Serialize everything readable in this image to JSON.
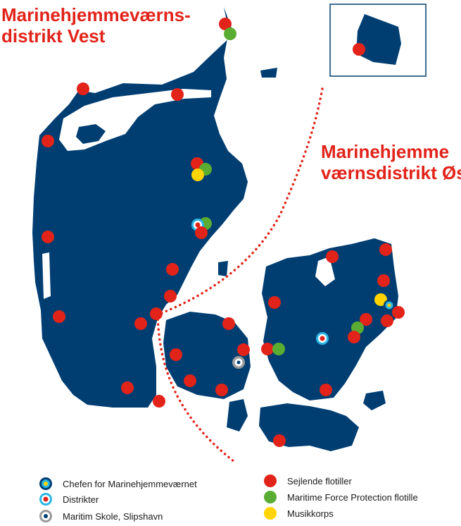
{
  "regions": {
    "west": {
      "line1": "Marinehjemmeværns-",
      "line2": "distrikt Vest"
    },
    "east": {
      "line1": "Marinehjemme",
      "line2": "værnsdistrikt Øst"
    }
  },
  "legend": {
    "chief": "Chefen for Marinehjemmeværnet",
    "district": "Distrikter",
    "school": "Maritim Skole, Slipshavn",
    "sailing": "Sejlende flotiller",
    "mfp": "Maritime Force Protection flotille",
    "band": "Musikkorps"
  },
  "colors": {
    "land": "#003e72",
    "red": "#e2231a",
    "green": "#5aad32",
    "yellow": "#ffd400",
    "cyan": "#2ab7e6",
    "gray": "#9a9a9a",
    "title": "#e2231a"
  },
  "markers": [
    {
      "type": "sailing"
    },
    {
      "type": "mfp"
    },
    {
      "type": "sailing"
    },
    {
      "type": "sailing"
    },
    {
      "type": "sailing"
    },
    {
      "type": "sailing"
    },
    {
      "type": "sailing"
    },
    {
      "type": "mfp"
    },
    {
      "type": "band"
    },
    {
      "type": "mfp"
    },
    {
      "type": "district"
    },
    {
      "type": "sailing"
    },
    {
      "type": "sailing"
    },
    {
      "type": "sailing"
    },
    {
      "type": "sailing"
    },
    {
      "type": "sailing"
    },
    {
      "type": "sailing"
    },
    {
      "type": "sailing"
    },
    {
      "type": "sailing"
    },
    {
      "type": "sailing"
    },
    {
      "type": "sailing"
    },
    {
      "type": "sailing"
    },
    {
      "type": "sailing"
    },
    {
      "type": "school"
    },
    {
      "type": "sailing"
    },
    {
      "type": "mfp"
    },
    {
      "type": "district"
    },
    {
      "type": "sailing"
    },
    {
      "type": "sailing"
    },
    {
      "type": "sailing"
    },
    {
      "type": "sailing"
    },
    {
      "type": "band"
    },
    {
      "type": "chief"
    },
    {
      "type": "sailing"
    },
    {
      "type": "sailing"
    },
    {
      "type": "sailing"
    },
    {
      "type": "mfp"
    },
    {
      "type": "sailing"
    },
    {
      "type": "sailing"
    },
    {
      "type": "sailing"
    },
    {
      "type": "sailing"
    },
    {
      "type": "sailing"
    }
  ]
}
